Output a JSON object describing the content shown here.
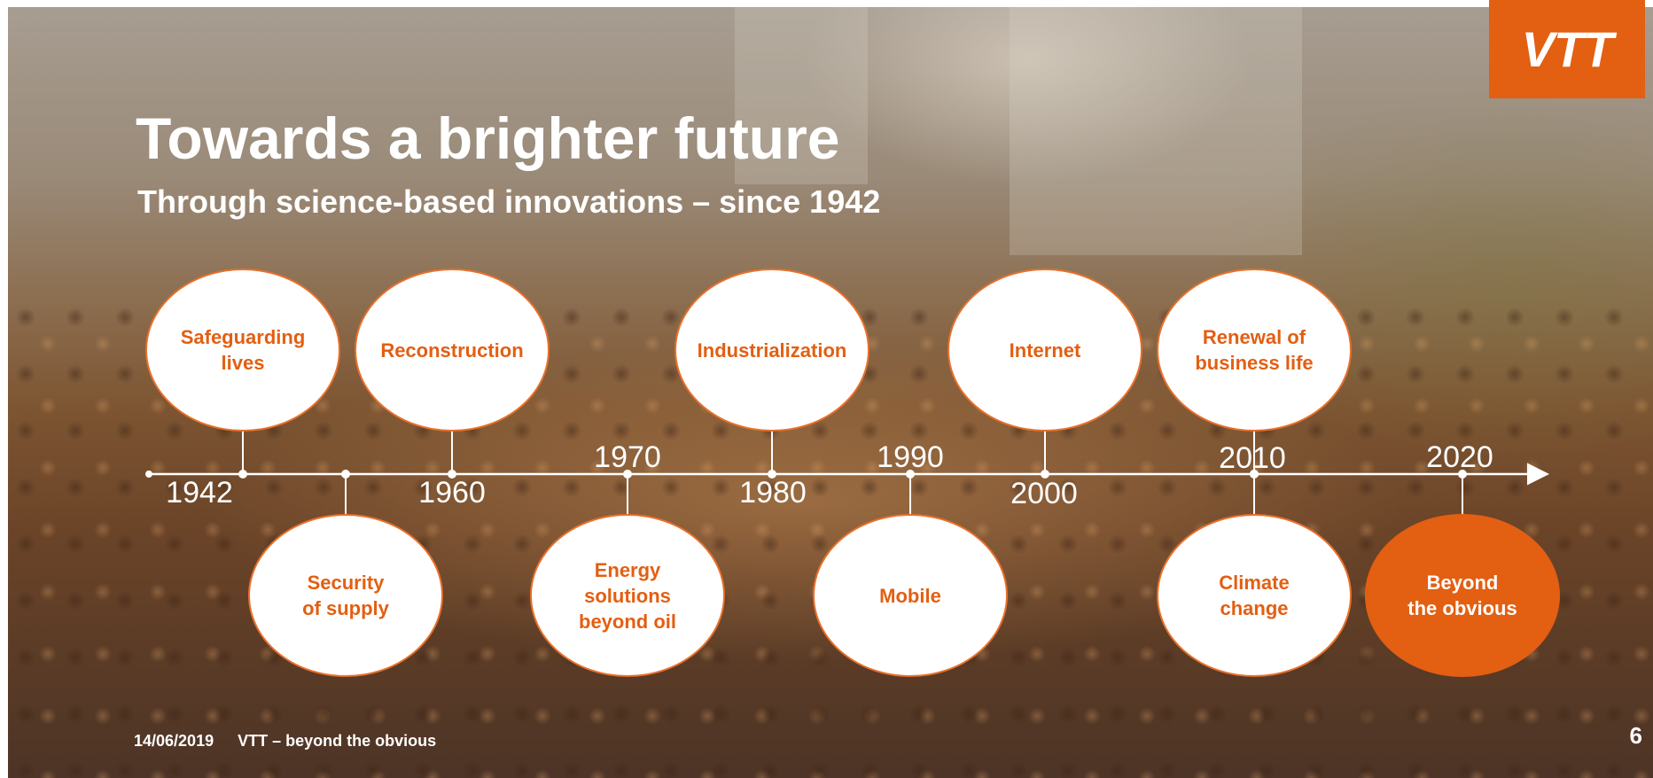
{
  "brand": {
    "logo_text": "VTT",
    "accent_color": "#e35f12"
  },
  "title": "Towards a brighter future",
  "subtitle": "Through science-based innovations – since 1942",
  "timeline": {
    "years": [
      "1942",
      "1960",
      "1970",
      "1980",
      "1990",
      "2000",
      "2010",
      "2020"
    ],
    "milestones_above": [
      "Safeguarding\nlives",
      "Reconstruction",
      "Industrialization",
      "Internet",
      "Renewal of\nbusiness life"
    ],
    "milestones_below": [
      "Security\nof supply",
      "Energy\nsolutions\nbeyond oil",
      "Mobile",
      "Climate\nchange",
      "Beyond\nthe obvious"
    ]
  },
  "footer": {
    "date": "14/06/2019",
    "tagline": "VTT – beyond the obvious",
    "page_number": "6"
  }
}
